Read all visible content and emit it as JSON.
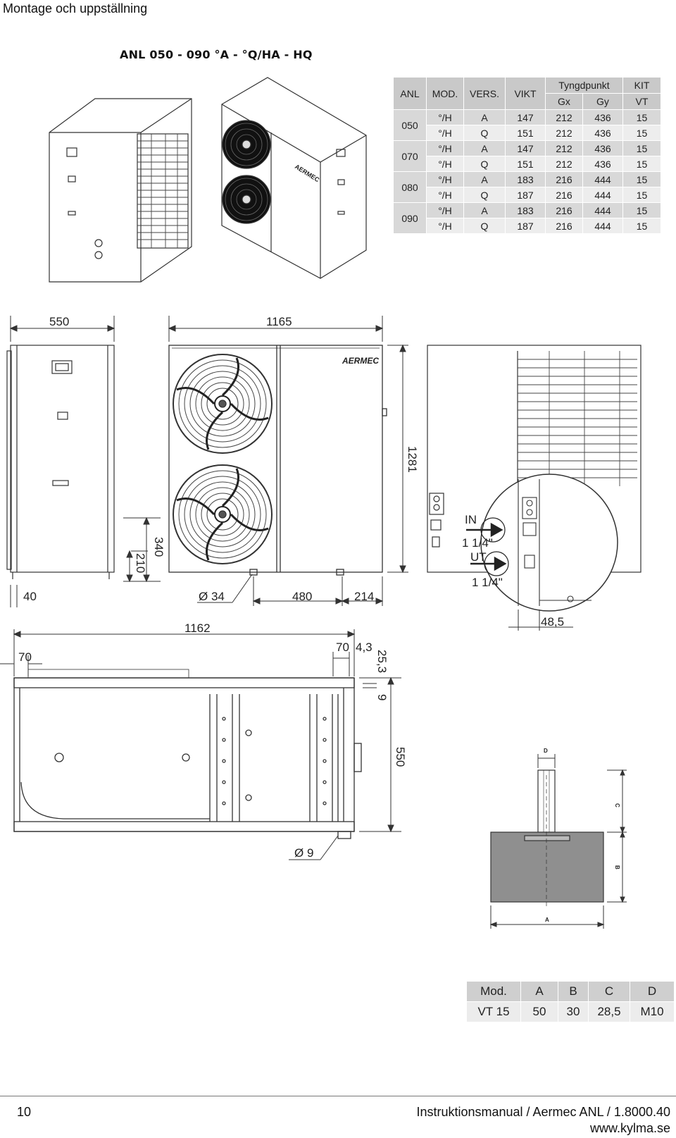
{
  "header": {
    "title": "Montage och uppställning"
  },
  "subtitle": "ANL 050 - 090 °A - °Q/HA - HQ",
  "spec_table": {
    "headers": {
      "anl": "ANL",
      "mod": "MOD.",
      "vers": "VERS.",
      "vikt": "VIKT",
      "tyngdpunkt": "Tyngdpunkt",
      "kit": "KIT",
      "gx": "Gx",
      "gy": "Gy",
      "vt": "VT"
    },
    "groups": [
      {
        "anl": "050",
        "rows": [
          {
            "mod": "°/H",
            "vers": "A",
            "vikt": "147",
            "gx": "212",
            "gy": "436",
            "kit": "15"
          },
          {
            "mod": "°/H",
            "vers": "Q",
            "vikt": "151",
            "gx": "212",
            "gy": "436",
            "kit": "15"
          }
        ]
      },
      {
        "anl": "070",
        "rows": [
          {
            "mod": "°/H",
            "vers": "A",
            "vikt": "147",
            "gx": "212",
            "gy": "436",
            "kit": "15"
          },
          {
            "mod": "°/H",
            "vers": "Q",
            "vikt": "151",
            "gx": "212",
            "gy": "436",
            "kit": "15"
          }
        ]
      },
      {
        "anl": "080",
        "rows": [
          {
            "mod": "°/H",
            "vers": "A",
            "vikt": "183",
            "gx": "216",
            "gy": "444",
            "kit": "15"
          },
          {
            "mod": "°/H",
            "vers": "Q",
            "vikt": "187",
            "gx": "216",
            "gy": "444",
            "kit": "15"
          }
        ]
      },
      {
        "anl": "090",
        "rows": [
          {
            "mod": "°/H",
            "vers": "A",
            "vikt": "183",
            "gx": "216",
            "gy": "444",
            "kit": "15"
          },
          {
            "mod": "°/H",
            "vers": "Q",
            "vikt": "187",
            "gx": "216",
            "gy": "444",
            "kit": "15"
          }
        ]
      }
    ]
  },
  "brand": "AERMEC",
  "dimensions": {
    "side_width": "550",
    "front_width": "1165",
    "height": "1281",
    "d340": "340",
    "d210": "210",
    "d40": "40",
    "drain": "Ø 34",
    "d480": "480",
    "d214": "214",
    "inlet": "IN",
    "inlet_size": "1 1/4\"",
    "outlet": "UT",
    "outlet_size": "1 1/4\"",
    "d48_5": "48,5",
    "top_width": "1162",
    "top_70_left": "70",
    "top_70_right": "70",
    "d4_3": "4,3",
    "d25_3": "25,3",
    "d9": "9",
    "top_depth": "550",
    "hole": "Ø 9"
  },
  "foot_labels": {
    "a": "A",
    "b": "B",
    "c": "C",
    "d": "D"
  },
  "vt_table": {
    "headers": [
      "Mod.",
      "A",
      "B",
      "C",
      "D"
    ],
    "row": [
      "VT 15",
      "50",
      "30",
      "28,5",
      "M10"
    ]
  },
  "footer": {
    "page": "10",
    "manual": "Instruktionsmanual / Aermec ANL / 1.8000.40",
    "site": "www.kylma.se"
  }
}
